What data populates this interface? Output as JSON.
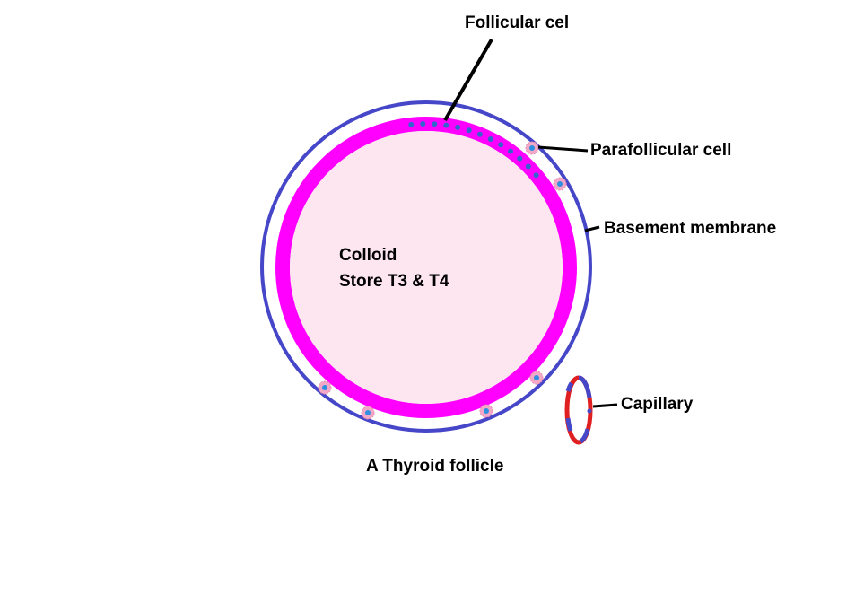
{
  "labels": {
    "follicular_cell": "Follicular cel",
    "parafollicular_cell": "Parafollicular cell",
    "basement_membrane": "Basement membrane",
    "capillary": "Capillary",
    "caption": "A Thyroid follicle",
    "colloid_title": "Colloid",
    "colloid_subtitle": "Store T3 & T4"
  },
  "colors": {
    "basement_membrane": "#4646c8",
    "follicular_layer": "#ff00ff",
    "colloid": "#fde6f0",
    "cell_nucleus": "#3366cc",
    "parafollicular_halo": "#f4a8c8",
    "capillary_red": "#e02020",
    "capillary_blue": "#4646c8",
    "leader_line": "#000000"
  }
}
